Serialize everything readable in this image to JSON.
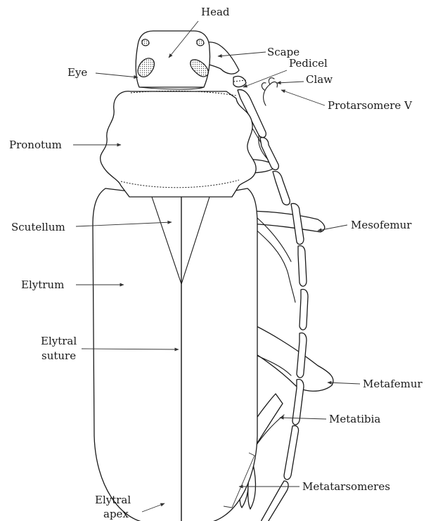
{
  "labels": {
    "head": "Head",
    "scape": "Scape",
    "pedicel": "Pedicel",
    "eye": "Eye",
    "claw": "Claw",
    "protarsomere": "Protarsomere V",
    "pronotum": "Pronotum",
    "scutellum": "Scutellum",
    "mesofemur": "Mesofemur",
    "elytrum": "Elytrum",
    "elytral_suture_1": "Elytral",
    "elytral_suture_2": "suture",
    "metafemur": "Metafemur",
    "metatibia": "Metatibia",
    "metatarsomeres": "Metatarsomeres",
    "elytral_apex_1": "Elytral",
    "elytral_apex_2": "apex"
  }
}
